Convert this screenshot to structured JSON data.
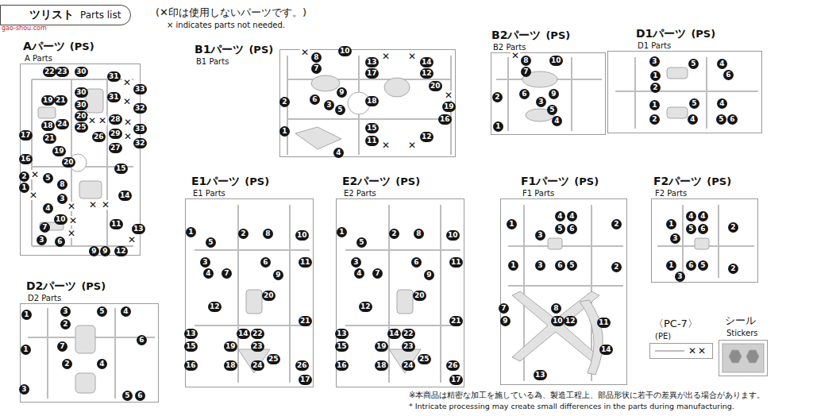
{
  "diagram": {
    "nodes": [
      {
        "text": [
          "ツリスト",
          "Parts list"
        ]
      },
      {
        "text": [
          "Aパーツ",
          "A Parts",
          "(PS)"
        ]
      },
      {
        "text": [
          "B1パーツ",
          "B1 Parts",
          "(PS)"
        ]
      },
      {
        "text": [
          "B2パーツ",
          "B2 Parts",
          "(PS)"
        ]
      },
      {
        "text": [
          "D1パーツ",
          "D1 Parts",
          "(PS)"
        ]
      },
      {
        "text": [
          "D2パーツ",
          "D2 Parts",
          "(PS)"
        ]
      },
      {
        "text": [
          "E1パーツ",
          "E1 Parts",
          "(PS)"
        ]
      },
      {
        "text": [
          "E2パーツ",
          "E2 Parts",
          "(PS)"
        ]
      },
      {
        "text": [
          "F1パーツ",
          "F1 Parts",
          "(PS)"
        ]
      },
      {
        "text": [
          "F2パーツ",
          "F2 Parts",
          "(PS)"
        ]
      },
      {
        "text": [
          "〈PC-7〉",
          "(PE)"
        ]
      },
      {
        "text": [
          "シール",
          "Stickers"
        ]
      }
    ],
    "labels": [
      "(✕印は使用しないパーツです。)",
      "× indicates parts not needed.",
      "gao-shou.com",
      "※本商品は精密な加工を施している為、製造工程上、部品形状に若干の差異が出る場合があります。",
      "* Intricate processing may create small differences in the parts during manufacturing.",
      "22",
      "23",
      "30",
      "31",
      "✕",
      "33",
      "19",
      "21",
      "30",
      "31",
      "✕",
      "32",
      "30",
      "20",
      "25",
      "✕",
      "✕",
      "28",
      "✕",
      "33",
      "18",
      "24",
      "29",
      "26",
      "✕",
      "32",
      "27",
      "17",
      "21",
      "19",
      "20",
      "16",
      "15",
      "2",
      "✕",
      "5",
      "1",
      "✕",
      "8",
      "14",
      "3",
      "4",
      "✕",
      "10",
      "✕",
      "✕",
      "✕",
      "11",
      "13",
      "✕",
      "7",
      "3",
      "6",
      "9",
      "9",
      "12",
      "✕",
      "✕",
      "8",
      "7",
      "10",
      "13",
      "✕",
      "✕",
      "14",
      "17",
      "12",
      "20",
      "✕",
      "19",
      "2",
      "6",
      "9",
      "3",
      "5",
      "18",
      "16",
      "15",
      "11",
      "✕",
      "✕",
      "12",
      "1",
      "4",
      "✕",
      "8",
      "10",
      "7",
      "2",
      "6",
      "9",
      "3",
      "5",
      "4",
      "1",
      "3",
      "5",
      "4",
      "1",
      "6",
      "2",
      "1",
      "5",
      "4",
      "2",
      "4",
      "5",
      "6",
      "3",
      "5",
      "4",
      "1",
      "2",
      "6",
      "7",
      "1",
      "2",
      "4",
      "3",
      "5",
      "6",
      "1",
      "5",
      "2",
      "8",
      "10",
      "3",
      "6",
      "11",
      "4",
      "7",
      "9",
      "20",
      "12",
      "21",
      "13",
      "14",
      "22",
      "15",
      "19",
      "23",
      "25",
      "16",
      "18",
      "24",
      "26",
      "17",
      "1",
      "5",
      "2",
      "8",
      "10",
      "3",
      "6",
      "11",
      "4",
      "7",
      "9",
      "20",
      "12",
      "21",
      "13",
      "14",
      "22",
      "15",
      "19",
      "23",
      "25",
      "16",
      "18",
      "24",
      "26",
      "17",
      "1",
      "4",
      "4",
      "5",
      "6",
      "3",
      "2",
      "1",
      "3",
      "6",
      "5",
      "2",
      "7",
      "9",
      "8",
      "10",
      "12",
      "11",
      "14",
      "13",
      "1",
      "4",
      "4",
      "5",
      "6",
      "3",
      "2",
      "1",
      "6",
      "5",
      "3",
      "2",
      "✕",
      "✕"
    ]
  }
}
